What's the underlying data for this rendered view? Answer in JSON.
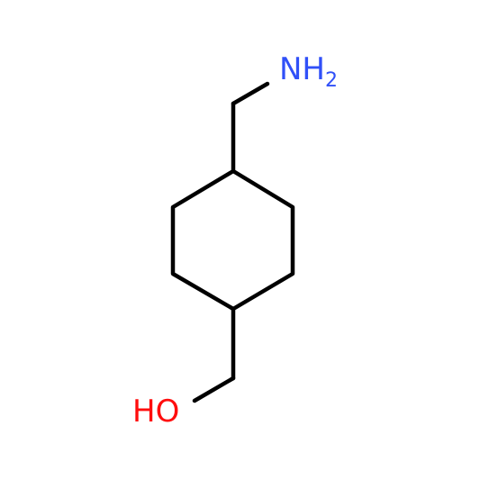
{
  "molecule": {
    "atoms": {
      "amine": {
        "symbol": "NH",
        "subscript": "2",
        "color": "#3050F8"
      },
      "hydroxyl": {
        "symbol": "HO",
        "color": "#FF0D0D"
      }
    },
    "bond_color": "#000000"
  }
}
